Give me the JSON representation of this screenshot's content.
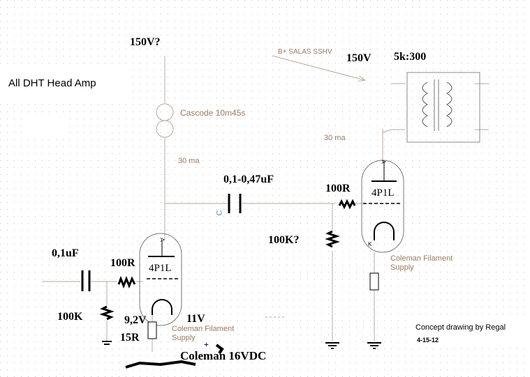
{
  "title": "All DHT  Head Amp",
  "credit": {
    "line1": "Concept drawing by Regal",
    "line2": "4-15-12"
  },
  "supply": {
    "top_voltage": "150V?",
    "bplus_label": "B+  SALAS SSHV",
    "plate_voltage": "150V",
    "transformer_ratio": "5k:300"
  },
  "source": {
    "label": "Cascode 10m45s",
    "current_left": "30 ma",
    "current_right": "30 ma"
  },
  "coupling": {
    "cap_value": "0,1-0,47uF",
    "cap_letter": "C",
    "grid_res": "100K?",
    "grid_stopper": "100R"
  },
  "tube_left": {
    "name": "4P1L",
    "anode_mark": "A",
    "filament_supply": "Coleman Filament Supply"
  },
  "tube_right": {
    "name": "4P1L",
    "anode_mark": "A",
    "filament_mark": "K",
    "filament_supply": "Coleman Filament Supply"
  },
  "input": {
    "cap_value": "0,1uF",
    "stopper": "100R",
    "grid_res": "100K"
  },
  "bias": {
    "filament_v": "9,2V",
    "res": "15R",
    "v2": "11V",
    "supply_plus": "+",
    "supply": "Coleman 16VDC"
  }
}
